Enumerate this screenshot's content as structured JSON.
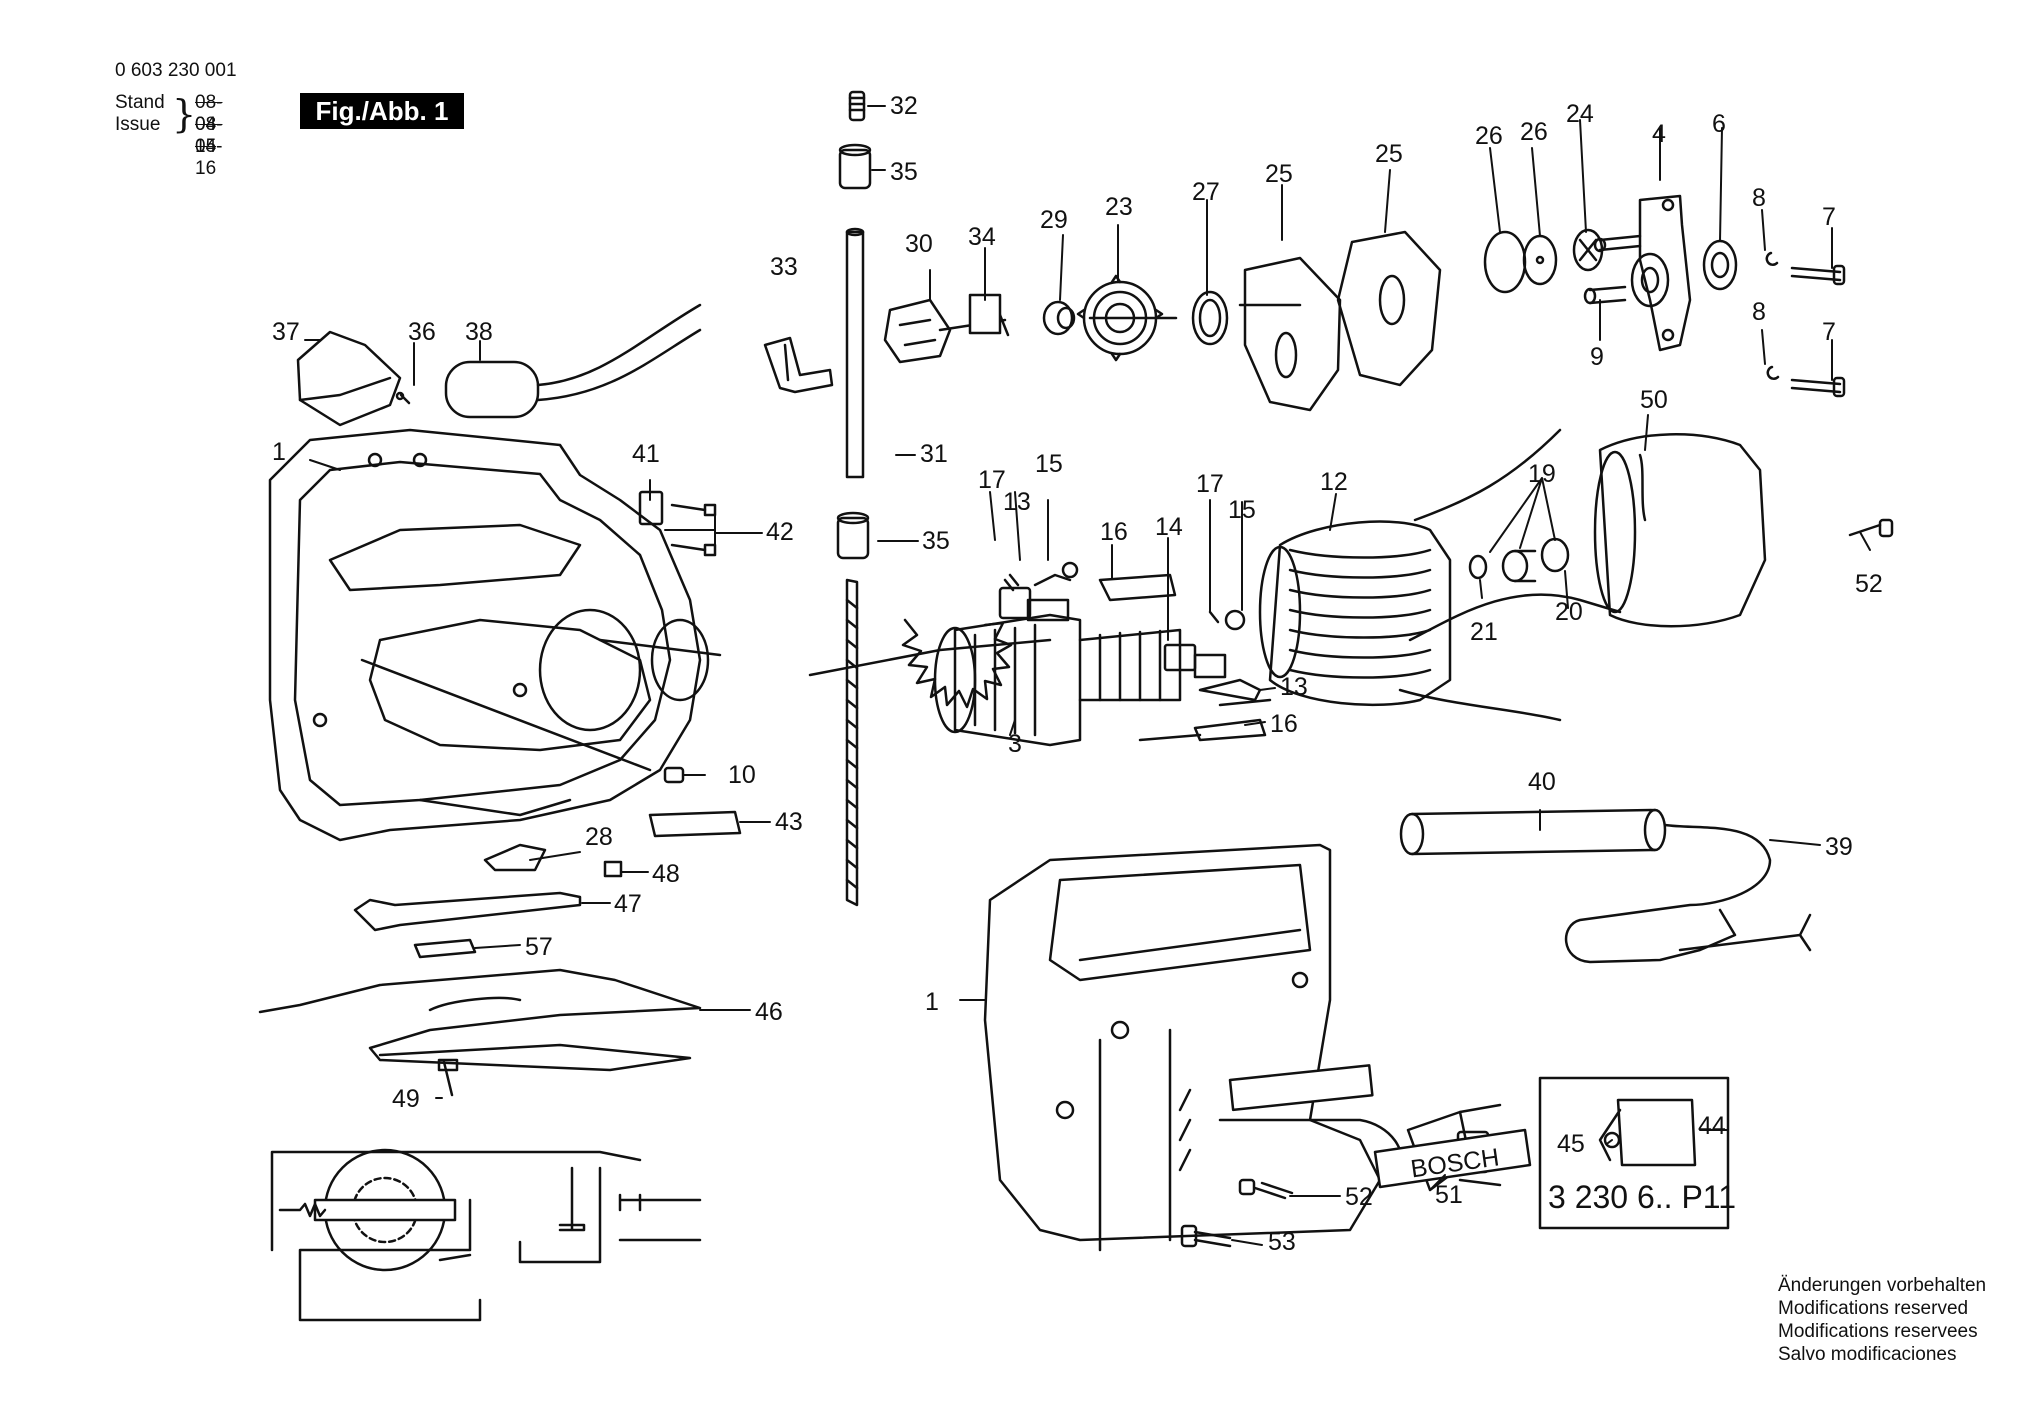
{
  "header": {
    "doc_number": "0 603 230 001",
    "stand_label": "Stand",
    "issue_label": "Issue",
    "stand_date": "08-04-15",
    "issue_date": "08-04-16",
    "figure_label": "Fig./Abb. 1"
  },
  "labels": {
    "l32": "32",
    "l35a": "35",
    "l30": "30",
    "l34": "34",
    "l33": "33",
    "l29": "29",
    "l23": "23",
    "l27": "27",
    "l25a": "25",
    "l25b": "25",
    "l26a": "26",
    "l26b": "26",
    "l24": "24",
    "l4": "4",
    "l6": "6",
    "l8a": "8",
    "l7a": "7",
    "l8b": "8",
    "l7b": "7",
    "l9": "9",
    "l37": "37",
    "l36": "36",
    "l38": "38",
    "l1a": "1",
    "l41": "41",
    "l42": "42",
    "l31": "31",
    "l35b": "35",
    "l17a": "17",
    "l13a": "13",
    "l15a": "15",
    "l16a": "16",
    "l14": "14",
    "l17b": "17",
    "l15b": "15",
    "l12": "12",
    "l19": "19",
    "l50": "50",
    "l52a": "52",
    "l21": "21",
    "l20": "20",
    "l13b": "13",
    "l16b": "16",
    "l3": "3",
    "l10": "10",
    "l43": "43",
    "l28": "28",
    "l48": "48",
    "l47": "47",
    "l57": "57",
    "l46": "46",
    "l49": "49",
    "l40": "40",
    "l39": "39",
    "l1b": "1",
    "l44": "44",
    "l45": "45",
    "l52b": "52",
    "l51": "51",
    "l53": "53"
  },
  "brand_plate": "BOSCH",
  "switch_code": "3 230 6..  P11",
  "notes": [
    "Änderungen vorbehalten",
    "Modifications reserved",
    "Modifications reservees",
    "Salvo modificaciones"
  ]
}
